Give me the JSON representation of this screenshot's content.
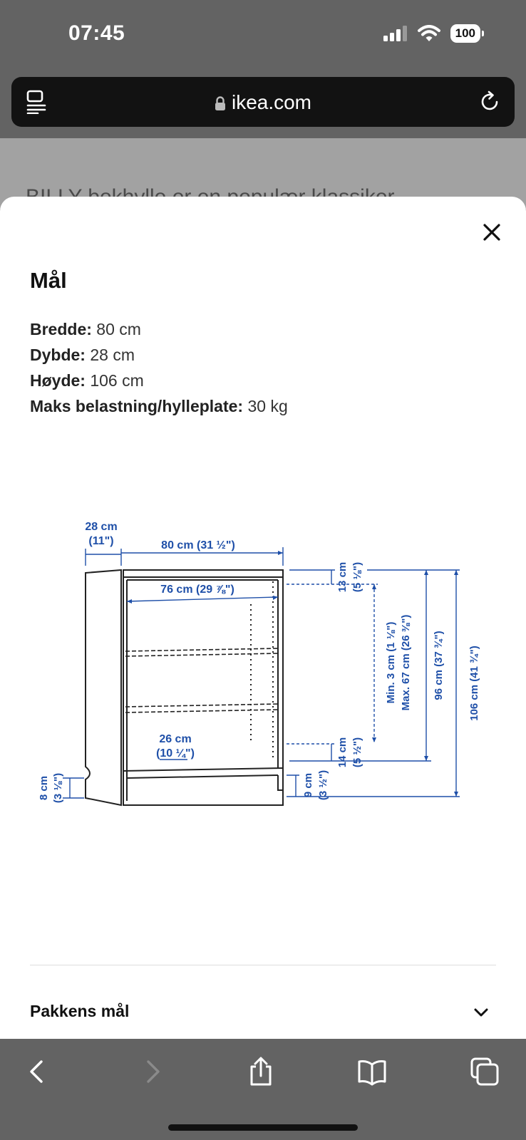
{
  "status_bar": {
    "time": "07:45",
    "battery": "100"
  },
  "browser": {
    "url": "ikea.com"
  },
  "behind_page": {
    "text": "BILLY bokhylle er en populær klassiker"
  },
  "sheet": {
    "title": "Mål",
    "specs": [
      {
        "label": "Bredde:",
        "value": "80 cm"
      },
      {
        "label": "Dybde:",
        "value": "28 cm"
      },
      {
        "label": "Høyde:",
        "value": "106 cm"
      },
      {
        "label": "Maks belastning/hylleplate:",
        "value": "30 kg"
      }
    ],
    "diagram": {
      "depth_cm": "28 cm",
      "depth_in": "(11\")",
      "width": "80 cm (31 ½\")",
      "inner_width": "76 cm (29 ⅞\")",
      "shelf_depth_cm": "26 cm",
      "shelf_depth_in": "(10 ¼\")",
      "plinth_cm": "8 cm",
      "plinth_in": "(3 ⅛\")",
      "top_gap_cm": "13 cm",
      "top_gap_in": "(5 ⅛\")",
      "shelf_range_min": "Min. 3 cm (1 ⅛\")",
      "shelf_range_max": "Max. 67 cm (26 ⅜\")",
      "inner_height": "96 cm (37 ¾\")",
      "total_height": "106 cm (41 ¾\")",
      "bottom_gap_cm": "14 cm",
      "bottom_gap_in": "(5 ½\")",
      "base_cm": "9 cm",
      "base_in": "(3 ½\")"
    },
    "package": {
      "label": "Pakkens mål"
    }
  },
  "colors": {
    "dimension_blue": "#1e4fa8",
    "sheet_bg": "#ffffff",
    "dim_bg": "#636363"
  },
  "icons": [
    "signal-icon",
    "wifi-icon",
    "battery-icon",
    "reader-icon",
    "lock-icon",
    "reload-icon",
    "close-icon",
    "chevron-down-icon",
    "back-icon",
    "forward-icon",
    "share-icon",
    "bookmarks-icon",
    "tabs-icon"
  ]
}
